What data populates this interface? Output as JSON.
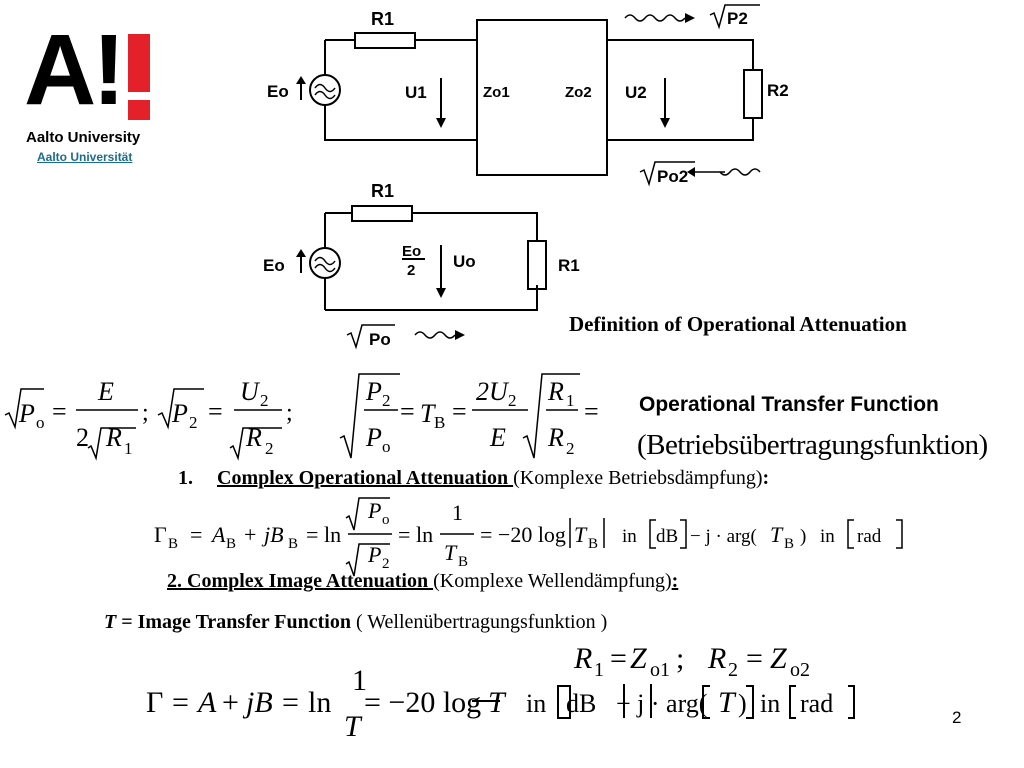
{
  "logo": {
    "mark": "A!",
    "university": "Aalto University",
    "link_text": "Aalto Universität"
  },
  "circuit1": {
    "r1": "R1",
    "e0": "Eo",
    "u1": "U1",
    "zo1": "Zo1",
    "zo2": "Zo2",
    "u2": "U2",
    "r2": "R2",
    "sqrt_p2": "P2",
    "sqrt_po2": "Po2"
  },
  "circuit2": {
    "r1_top": "R1",
    "e0": "Eo",
    "half_num": "Eo",
    "half_den": "2",
    "u0": "Uo",
    "r1_right": "R1",
    "sqrt_po": "Po"
  },
  "definition_title": "Definition of Operational Attenuation",
  "otf_title": "Operational Transfer Function",
  "otf_german": "(Betriebsübertragungsfunktion)",
  "eq_top": {
    "po": "P",
    "po_sub": "o",
    "e": "E",
    "two": "2",
    "r1": "R",
    "r1_sub": "1",
    "p2": "P",
    "p2_sub": "2",
    "u2": "U",
    "u2_sub": "2",
    "r2": "R",
    "r2_sub": "2",
    "tb": "T",
    "tb_sub": "B",
    "two_u2": "2U",
    "two_u2_sub": "2"
  },
  "section1": {
    "number": "1.",
    "title": "Complex Operational Attenuation ",
    "german": "(Komplexe Betriebsdämpfung)",
    "colon": ":"
  },
  "eq1": {
    "gamma": "Γ",
    "gamma_sub": "B",
    "a": "A",
    "a_sub": "B",
    "jb": "jB",
    "jb_sub": "B",
    "ln": "ln",
    "one": "1",
    "tb": "T",
    "tb_sub": "B",
    "neg20log": "= −20 log",
    "in": "in",
    "db": "dB",
    "minus_j_arg": "− j · arg(",
    "rad": "rad"
  },
  "section2": {
    "title": "2. Complex Image Attenuation ",
    "german": "(Komplexe  Wellendämpfung)",
    "colon": ":"
  },
  "image_tf": {
    "t": "T",
    "label": " = Image Transfer Function ",
    "german": "( Wellenübertragungsfunktion )"
  },
  "match_condition": {
    "r1": "R",
    "r1_sub": "1",
    "zo1": "Z",
    "zo1_sub": "o1",
    "r2": "R",
    "r2_sub": "2",
    "zo2": "Z",
    "zo2_sub": "o2"
  },
  "eq2": {
    "gamma": "Γ",
    "a": "A",
    "jb": "jB",
    "ln": "ln",
    "one": "1",
    "t": "T",
    "neg20log": "= −20 log",
    "in": "in",
    "db": "dB",
    "minus_j_arg": "− j · arg(",
    "rad": "rad"
  },
  "page_number": "2"
}
